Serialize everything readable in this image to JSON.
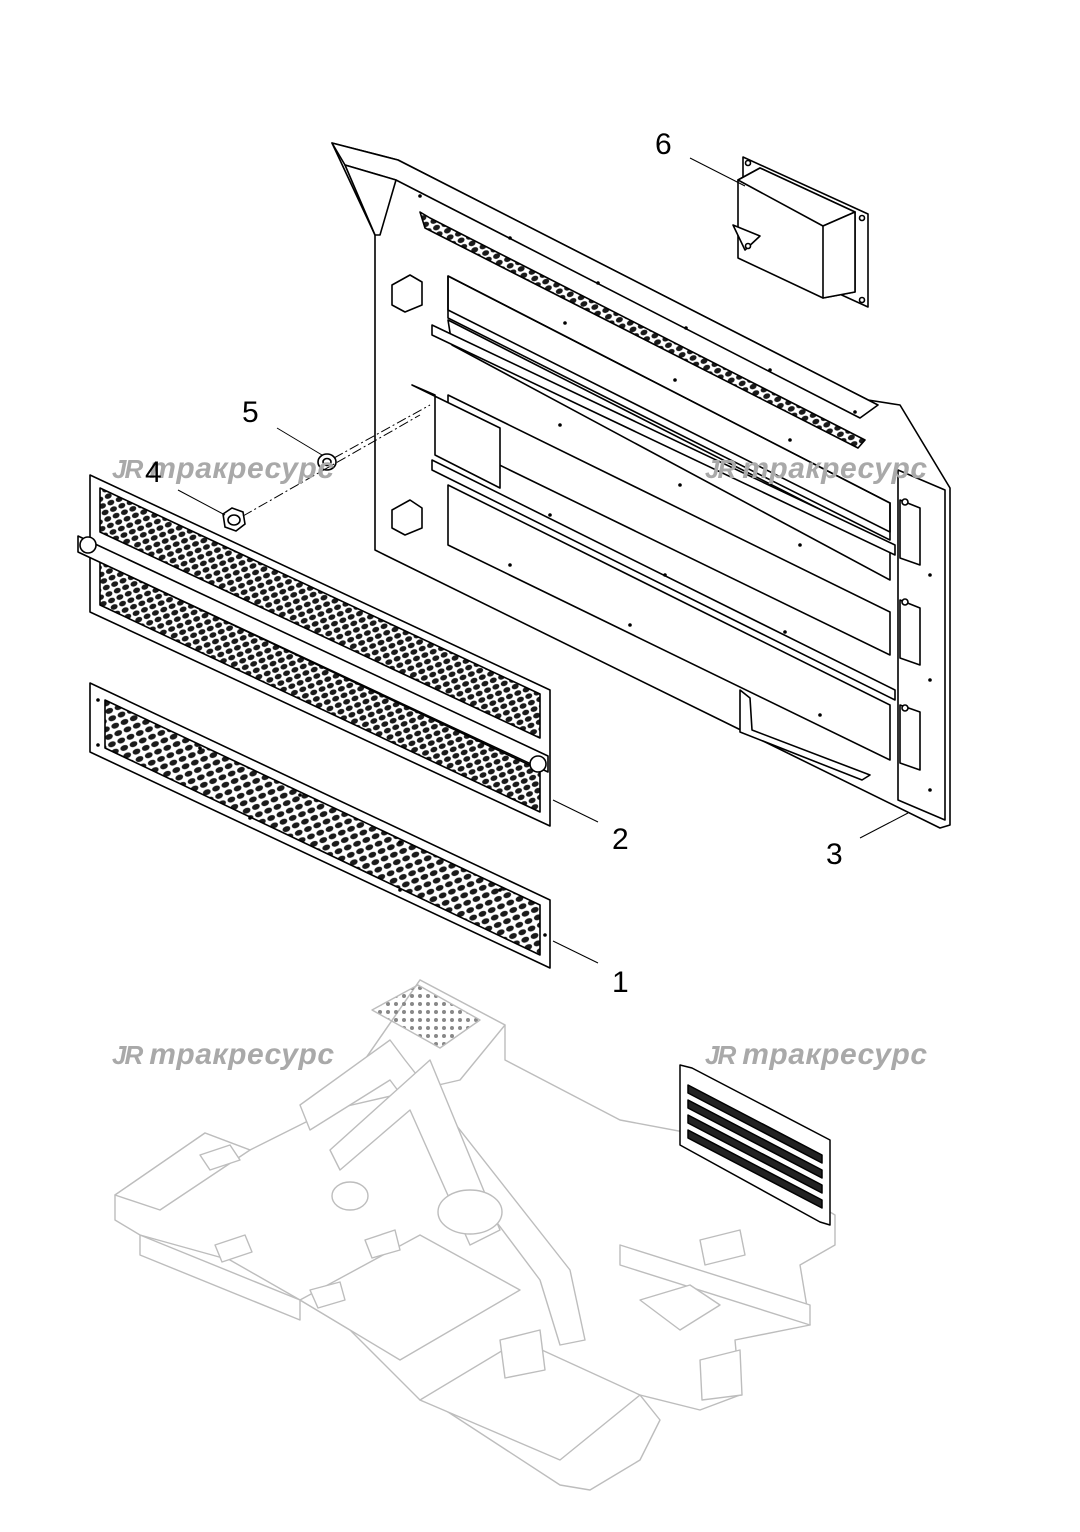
{
  "watermark": {
    "logo": "JR",
    "text": "тракресурс"
  },
  "callouts": [
    {
      "id": "1",
      "label": "1"
    },
    {
      "id": "2",
      "label": "2"
    },
    {
      "id": "3",
      "label": "3"
    },
    {
      "id": "4",
      "label": "4"
    },
    {
      "id": "5",
      "label": "5"
    },
    {
      "id": "6",
      "label": "6"
    }
  ],
  "colors": {
    "line": "#000000",
    "mesh": "#1a1a1a",
    "watermark": "#a9a9a9",
    "ghost": "#bdbdbd"
  }
}
